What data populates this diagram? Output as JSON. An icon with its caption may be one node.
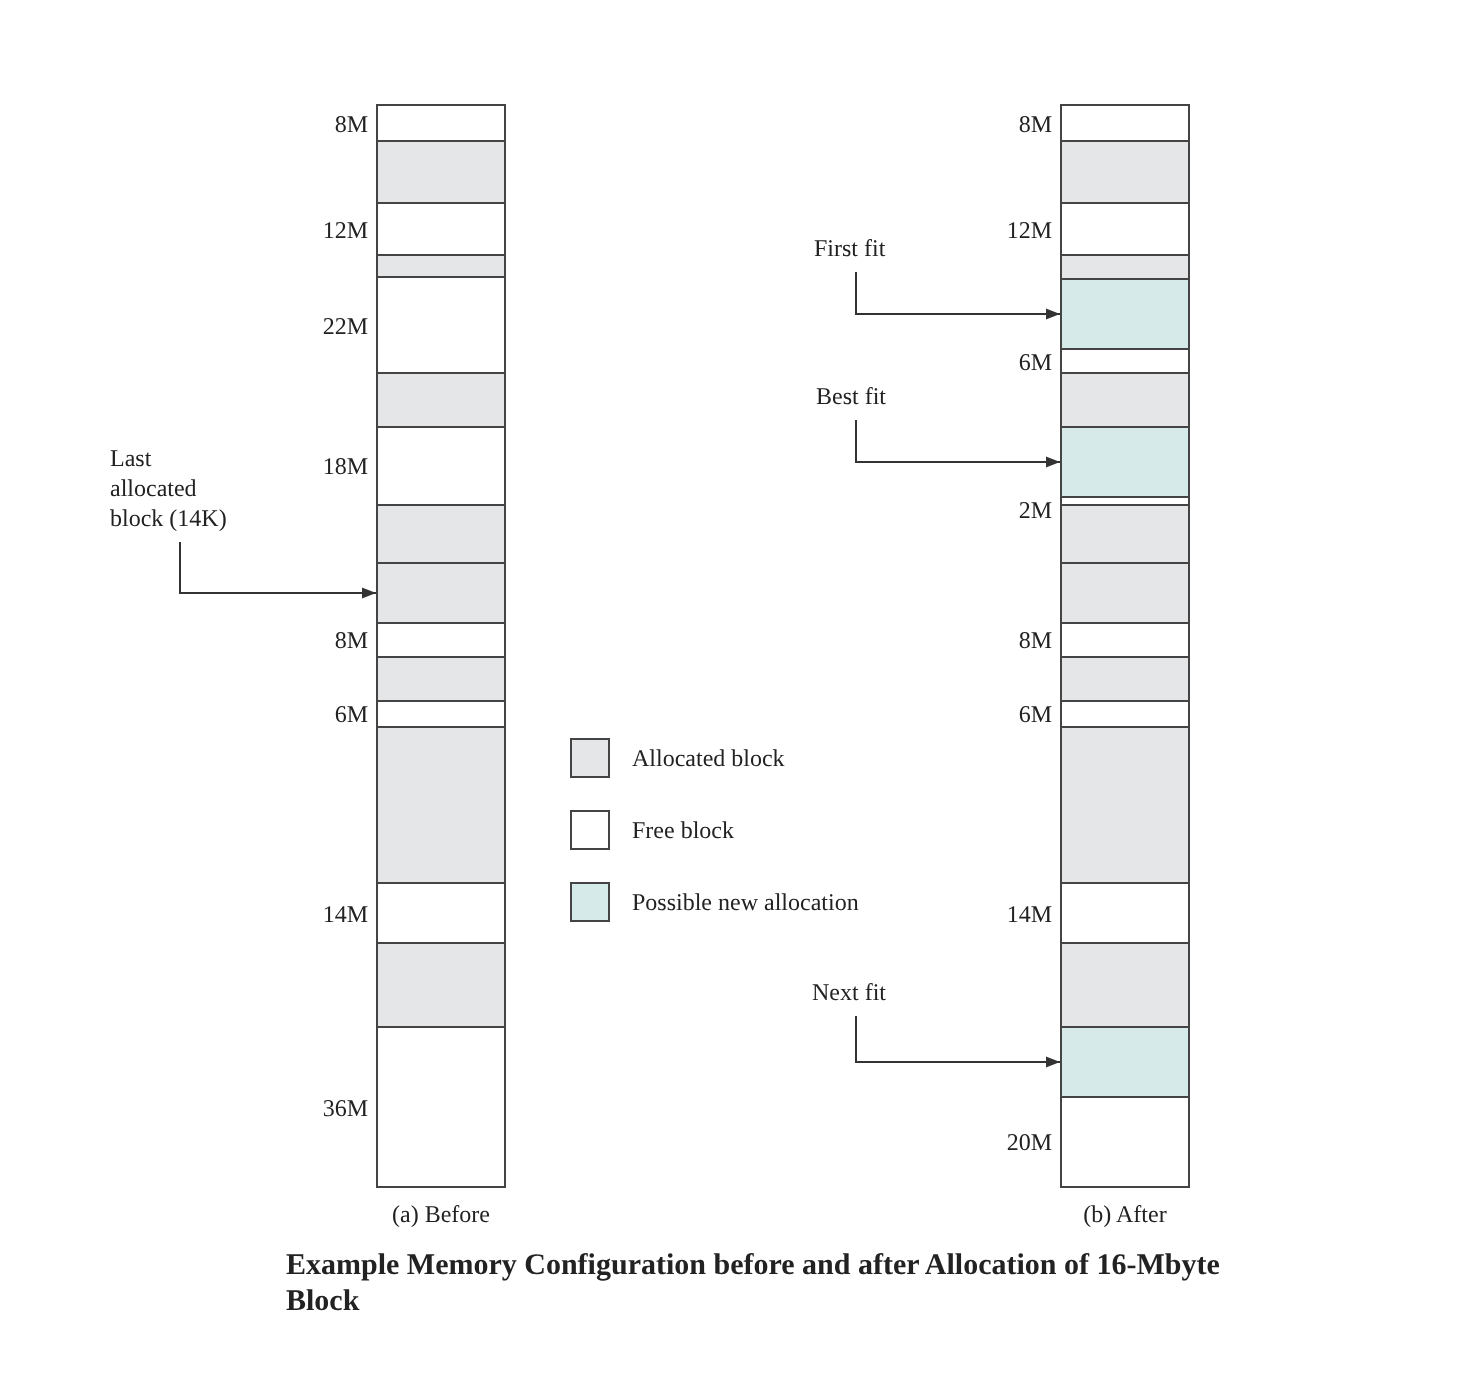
{
  "diagram": {
    "caption": "Example Memory Configuration before and after Allocation of 16-Mbyte Block",
    "nodes": [
      {
        "text": [
          "(a) Before"
        ]
      },
      {
        "text": [
          "8M"
        ],
        "in": 0
      },
      {
        "text": [],
        "shape": "box",
        "in": 0
      },
      {
        "text": [
          "12M"
        ],
        "in": 0
      },
      {
        "text": [],
        "shape": "box",
        "in": 0
      },
      {
        "text": [
          "22M"
        ],
        "in": 0
      },
      {
        "text": [],
        "shape": "box",
        "in": 0
      },
      {
        "text": [
          "18M"
        ],
        "in": 0
      },
      {
        "text": [],
        "shape": "box",
        "in": 0
      },
      {
        "text": [],
        "shape": "box",
        "in": 0
      },
      {
        "text": [
          "8M"
        ],
        "in": 0
      },
      {
        "text": [],
        "shape": "box",
        "in": 0
      },
      {
        "text": [
          "6M"
        ],
        "in": 0
      },
      {
        "text": [],
        "shape": "box",
        "in": 0
      },
      {
        "text": [
          "14M"
        ],
        "in": 0
      },
      {
        "text": [],
        "shape": "box",
        "in": 0
      },
      {
        "text": [
          "36M"
        ],
        "in": 0
      },
      {
        "text": [
          "Last allocated block (14K)"
        ]
      },
      {
        "text": [
          "(b) After"
        ]
      },
      {
        "text": [
          "8M"
        ],
        "in": 18
      },
      {
        "text": [],
        "shape": "box",
        "in": 18
      },
      {
        "text": [
          "12M"
        ],
        "in": 18
      },
      {
        "text": [],
        "shape": "box",
        "in": 18
      },
      {
        "text": [],
        "shape": "box",
        "in": 18
      },
      {
        "text": [
          "6M"
        ],
        "in": 18
      },
      {
        "text": [],
        "shape": "box",
        "in": 18
      },
      {
        "text": [],
        "shape": "box",
        "in": 18
      },
      {
        "text": [
          "2M"
        ],
        "in": 18
      },
      {
        "text": [],
        "shape": "box",
        "in": 18
      },
      {
        "text": [],
        "shape": "box",
        "in": 18
      },
      {
        "text": [
          "8M"
        ],
        "in": 18
      },
      {
        "text": [],
        "shape": "box",
        "in": 18
      },
      {
        "text": [
          "6M"
        ],
        "in": 18
      },
      {
        "text": [],
        "shape": "box",
        "in": 18
      },
      {
        "text": [
          "14M"
        ],
        "in": 18
      },
      {
        "text": [],
        "shape": "box",
        "in": 18
      },
      {
        "text": [],
        "shape": "box",
        "in": 18
      },
      {
        "text": [
          "20M"
        ],
        "in": 18
      },
      {
        "text": [
          "First fit"
        ]
      },
      {
        "text": [
          "Best fit"
        ]
      },
      {
        "text": [
          "Next fit"
        ]
      }
    ],
    "edges": [
      {
        "from": 17,
        "to": 9,
        "arrow": "to"
      },
      {
        "from": 38,
        "to": 23,
        "arrow": "to"
      },
      {
        "from": 39,
        "to": 26,
        "arrow": "to"
      },
      {
        "from": 40,
        "to": 36,
        "arrow": "to"
      }
    ],
    "legend": [
      {
        "text": "Allocated block",
        "color": "#e5e6e8"
      },
      {
        "text": "Free block",
        "color": "#ffffff"
      },
      {
        "text": "Possible new allocation",
        "color": "#d6ebe9"
      }
    ]
  }
}
